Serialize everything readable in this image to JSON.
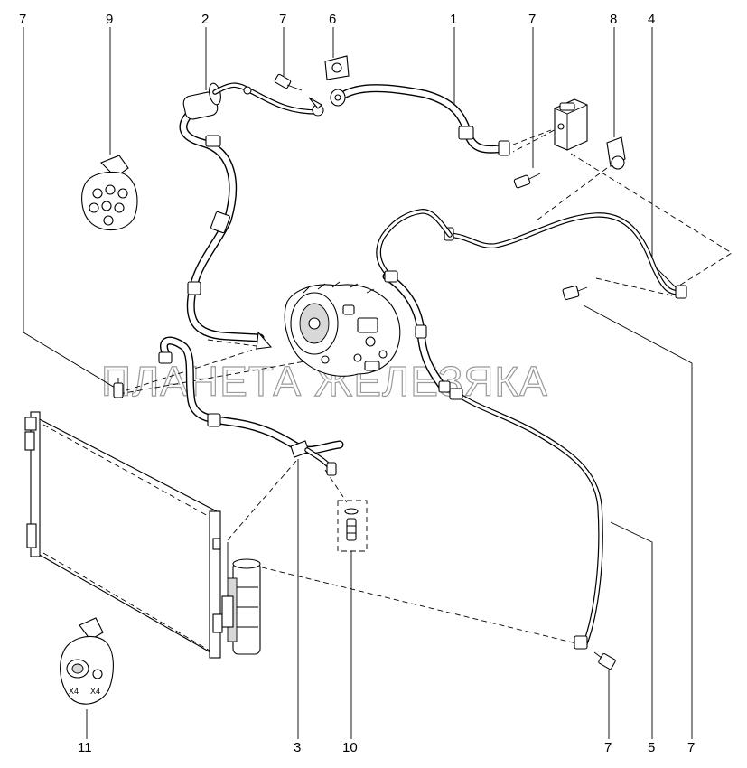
{
  "watermark": "ПЛАНЕТА ЖЕЛЕЗЯКА",
  "callouts": {
    "c7_top_left": "7",
    "c9": "9",
    "c2": "2",
    "c7_top_mid": "7",
    "c6": "6",
    "c1": "1",
    "c7_top_right": "7",
    "c8": "8",
    "c4": "4",
    "c11": "11",
    "c3": "3",
    "c10": "10",
    "c7_bottom": "7",
    "c5": "5",
    "c7_bottom_right": "7"
  },
  "kit_labels": {
    "qty_left": "X4",
    "qty_right": "X4"
  }
}
